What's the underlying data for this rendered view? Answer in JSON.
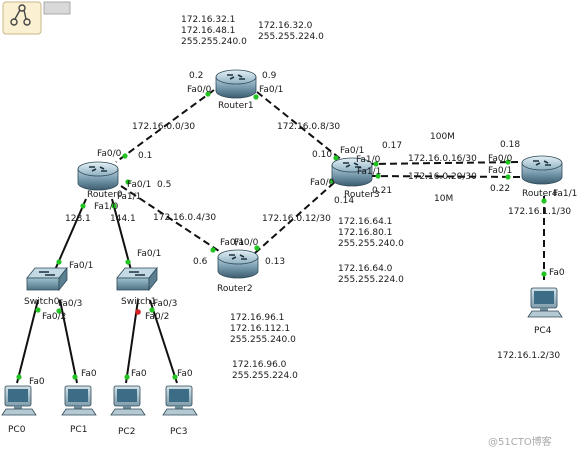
{
  "toolbar": {
    "icon": "share-icon"
  },
  "routers": {
    "r1": {
      "label": "Router1"
    },
    "r2": {
      "label": "Router2"
    },
    "r0": {
      "label": "Router0"
    },
    "r3": {
      "label": "Router3"
    },
    "r4": {
      "label": "Router4"
    }
  },
  "switches": {
    "s0": {
      "label": "Switch0"
    },
    "s1": {
      "label": "Switch1"
    }
  },
  "pcs": {
    "pc0": {
      "label": "PC0"
    },
    "pc1": {
      "label": "PC1"
    },
    "pc2": {
      "label": "PC2"
    },
    "pc3": {
      "label": "PC3"
    },
    "pc4": {
      "label": "PC4"
    }
  },
  "blocks": {
    "top_left": [
      "172.16.32.1",
      "172.16.48.1",
      "255.255.240.0"
    ],
    "top_right": [
      "172.16.32.0",
      "255.255.224.0"
    ],
    "mid_a": [
      "172.16.64.1",
      "172.16.80.1",
      "255.255.240.0"
    ],
    "mid_b": [
      "172.16.64.0",
      "255.255.224.0"
    ],
    "bot_a": [
      "172.16.96.1",
      "172.16.112.1",
      "255.255.240.0"
    ],
    "bot_b": [
      "172.16.96.0",
      "255.255.224.0"
    ]
  },
  "labels": {
    "r1_left_host": "0.2",
    "r1_right_host": "0.9",
    "r1_fa00": "Fa0/0",
    "r1_fa01": "Fa0/1",
    "net_r1_r0": "172.16.0.0/30",
    "net_r1_r3": "172.16.0.8/30",
    "r0_fa00": "Fa0/0",
    "r0_host_01": "0.1",
    "r0_fa01": "Fa0/1",
    "r0_host_05": "0.5",
    "r0_fa11": "Fa1/1",
    "r0_fa10": "Fa1/0",
    "r0_s0": "128.1",
    "r0_s1": "144.1",
    "net_r0_r2": "172.16.0.4/30",
    "r2_fa_left": "Fa0/1",
    "r2_fa00": "Fa0/0",
    "r2_host_06": "0.6",
    "r2_host_13": "0.13",
    "net_r2_r3": "172.16.0.12/30",
    "r3_host_10": "0.10",
    "r3_fa01": "Fa0/1",
    "r3_fa10": "Fa1/0",
    "r3_fa11": "Fa1/1",
    "r3_fa00": "Fa0/0",
    "r3_host_14": "0.14",
    "r3_host_17": "0.17",
    "r3_host_21": "0.21",
    "speed_100m": "100M",
    "speed_10m": "10M",
    "net_r3_r4_a": "172.16.0.16/30",
    "net_r3_r4_b": "172.16.0.20/30",
    "r4_fa00": "Fa0/0",
    "r4_fa01": "Fa0/1",
    "r4_fa11": "Fa1/1",
    "r4_host_18": "0.18",
    "r4_host_22": "0.22",
    "r4_lan": "172.16.1.1/30",
    "pc4_fa0": "Fa0",
    "pc4_ip": "172.16.1.2/30",
    "s0_fa01": "Fa0/1",
    "s0_fa02": "Fa0/2",
    "s0_fa03": "Fa0/3",
    "s1_fa01": "Fa0/1",
    "s1_fa02": "Fa0/2",
    "s1_fa03": "Fa0/3",
    "pc0_fa0": "Fa0",
    "pc1_fa0": "Fa0",
    "pc2_fa0": "Fa0",
    "pc3_fa0": "Fa0"
  },
  "watermark": "@51CTO博客"
}
